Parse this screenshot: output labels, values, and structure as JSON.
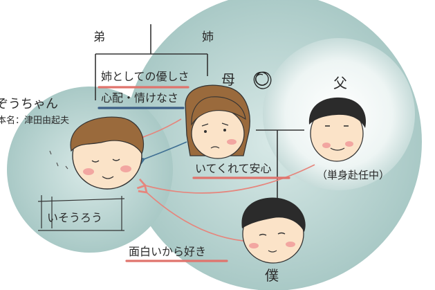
{
  "family": {
    "younger_brother": "弟",
    "older_sister": "姉",
    "mother": "母",
    "father": "父",
    "me": "僕"
  },
  "patient": {
    "nickname": "ぞうちゃん",
    "real_name": "本名：津田由起夫",
    "condition": "いそうろう"
  },
  "feelings": {
    "sister_kindness": "姉としての優しさ",
    "worry_affection": "心配・情けなさ",
    "relief_presence": "いてくれて安心",
    "fun_like": "面白いから好き"
  },
  "father_status": "（単身赴任中）",
  "icons": [
    "worry-scribble-icon"
  ],
  "colors": {
    "circle_fill": "#cfe3e1",
    "circle_dark": "#b5d2cf",
    "red_arrow": "#e6857c",
    "blue_arrow": "#3f6f93",
    "red_underline": "#e0736c",
    "blue_underline": "#3c5f86",
    "line": "#333333",
    "skin": "#fbe3c8",
    "hair_brown": "#9a6a3c",
    "hair_black": "#2b2b2b"
  }
}
